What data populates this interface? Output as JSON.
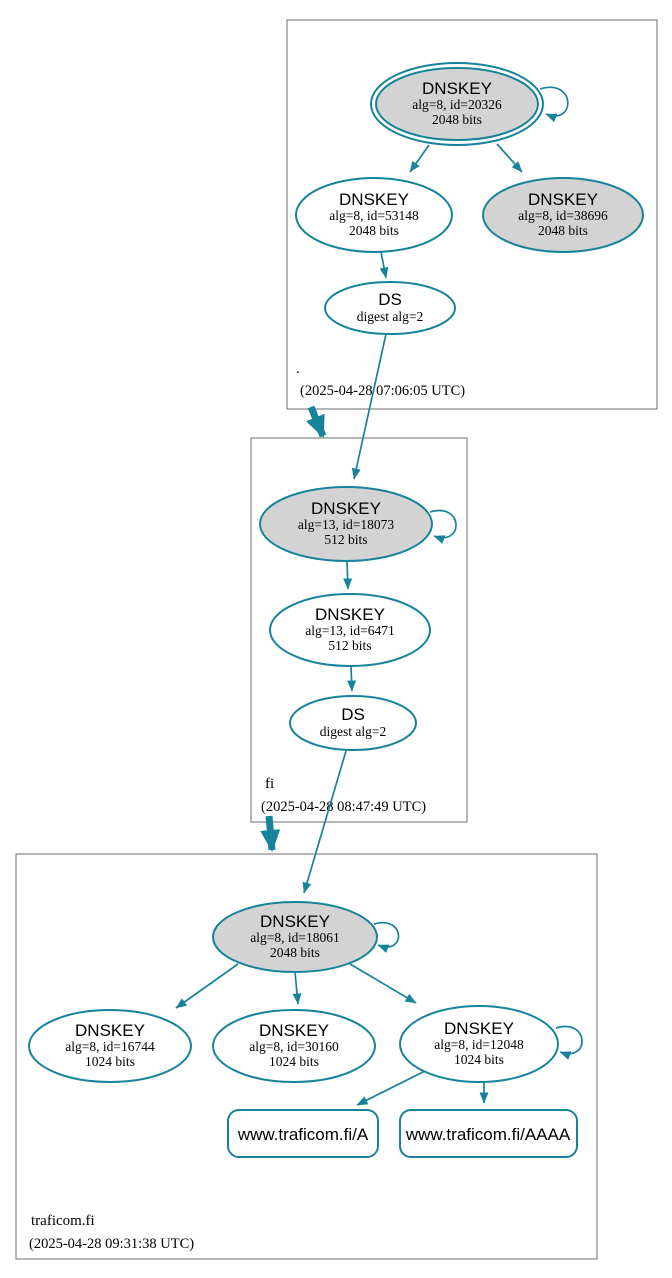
{
  "diagram": {
    "kind": "dnssec-authentication-chain",
    "colors": {
      "accent": "#17839a",
      "key_fill_gray": "#d3d3d3",
      "box_border": "#6e6e6e",
      "text": "#000000"
    }
  },
  "zones": {
    "root": {
      "label": ".",
      "timestamp": "(2025-04-28 07:06:05 UTC)",
      "keys": {
        "k20326": {
          "type": "DNSKEY",
          "alg": "alg=8, id=20326",
          "bits": "2048 bits"
        },
        "k53148": {
          "type": "DNSKEY",
          "alg": "alg=8, id=53148",
          "bits": "2048 bits"
        },
        "k38696": {
          "type": "DNSKEY",
          "alg": "alg=8, id=38696",
          "bits": "2048 bits"
        }
      },
      "ds": {
        "type": "DS",
        "digest": "digest alg=2"
      }
    },
    "fi": {
      "label": "fi",
      "timestamp": "(2025-04-28 08:47:49 UTC)",
      "keys": {
        "k18073": {
          "type": "DNSKEY",
          "alg": "alg=13, id=18073",
          "bits": "512 bits"
        },
        "k6471": {
          "type": "DNSKEY",
          "alg": "alg=13, id=6471",
          "bits": "512 bits"
        }
      },
      "ds": {
        "type": "DS",
        "digest": "digest alg=2"
      }
    },
    "traficom_fi": {
      "label": "traficom.fi",
      "timestamp": "(2025-04-28 09:31:38 UTC)",
      "keys": {
        "k18061": {
          "type": "DNSKEY",
          "alg": "alg=8, id=18061",
          "bits": "2048 bits"
        },
        "k16744": {
          "type": "DNSKEY",
          "alg": "alg=8, id=16744",
          "bits": "1024 bits"
        },
        "k30160": {
          "type": "DNSKEY",
          "alg": "alg=8, id=30160",
          "bits": "1024 bits"
        },
        "k12048": {
          "type": "DNSKEY",
          "alg": "alg=8, id=12048",
          "bits": "1024 bits"
        }
      },
      "records": {
        "a": {
          "label": "www.traficom.fi/A"
        },
        "aaaa": {
          "label": "www.traficom.fi/AAAA"
        }
      }
    }
  }
}
